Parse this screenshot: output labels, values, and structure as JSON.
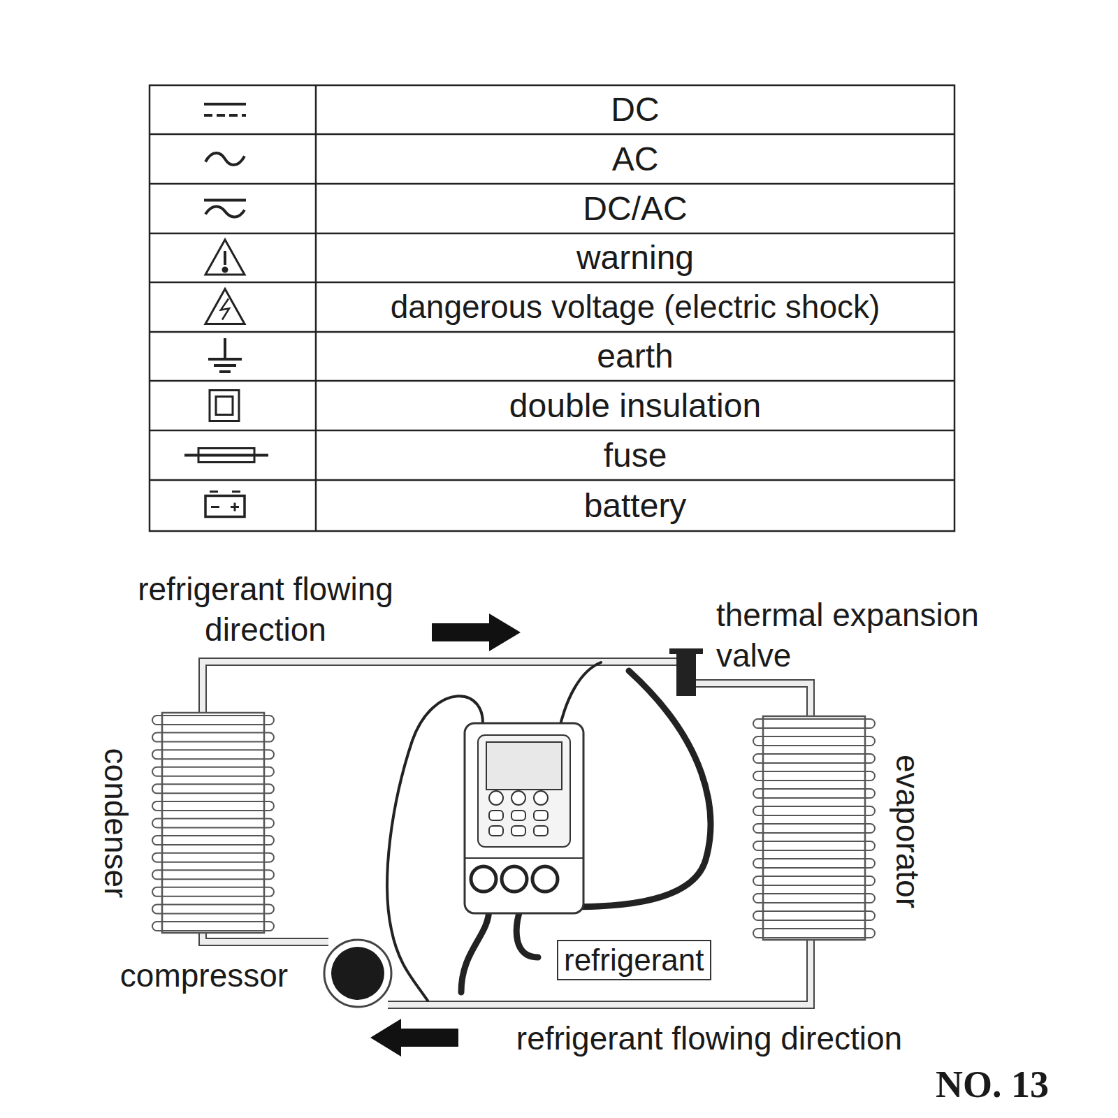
{
  "diagram": {
    "nodes": [
      {
        "text": [
          "refrigerant"
        ]
      }
    ],
    "labels": [
      "DC",
      "AC",
      "DC/AC",
      "warning",
      "dangerous voltage (electric shock)",
      "earth",
      "double insulation",
      "fuse",
      "battery",
      "refrigerant flowing direction",
      "thermal expansion valve",
      "condenser",
      "evaporator",
      "compressor",
      "refrigerant flowing direction",
      "NO. 13"
    ]
  }
}
